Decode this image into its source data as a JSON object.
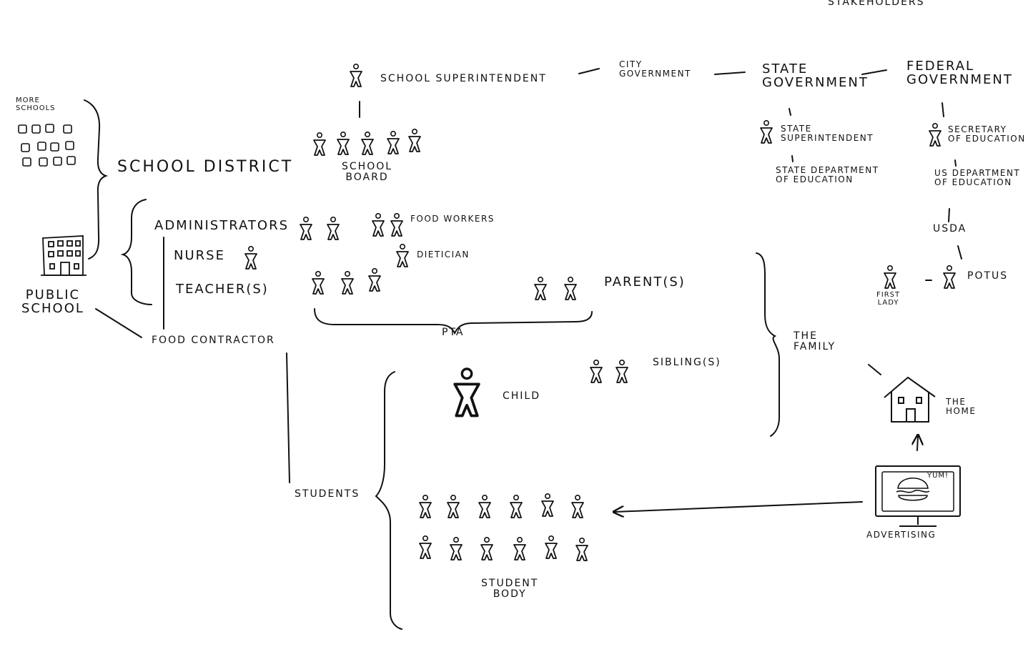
{
  "header": {
    "title": "STAKEHOLDERS"
  },
  "government": {
    "school_superintendent": "SCHOOL SUPERINTENDENT",
    "city_government": "CITY\nGOVERNMENT",
    "state_government": "STATE\nGOVERNMENT",
    "federal_government": "FEDERAL\nGOVERNMENT",
    "state_superintendent": "STATE\nSUPERINTENDENT",
    "state_department": "STATE DEPARTMENT\nOF EDUCATION",
    "secretary_of_education": "SECRETARY\nOF EDUCATION",
    "us_department": "US DEPARTMENT\nOF EDUCATION",
    "usda": "USDA",
    "first_lady": "FIRST\nLADY",
    "potus": "POTUS"
  },
  "district": {
    "more_schools": "MORE\nSCHOOLS",
    "school_district": "SCHOOL DISTRICT",
    "school_board": "SCHOOL\nBOARD",
    "public_school": "PUBLIC\nSCHOOL"
  },
  "school": {
    "administrators": "ADMINISTRATORS",
    "nurse": "NURSE",
    "teachers": "TEACHER(S)",
    "food_workers": "FOOD WORKERS",
    "dietician": "DIETICIAN",
    "food_contractor": "FOOD CONTRACTOR",
    "pta": "PTA"
  },
  "family": {
    "parents": "PARENT(S)",
    "siblings": "SIBLING(S)",
    "child": "CHILD",
    "the_family": "THE\nFAMILY",
    "the_home": "THE\nHOME",
    "advertising": "ADVERTISING",
    "tv_text": "YUM!"
  },
  "students": {
    "students": "STUDENTS",
    "student_body": "STUDENT\nBODY"
  },
  "icons": {
    "person": "person-icon",
    "building": "school-building-icon",
    "house": "house-icon",
    "tv": "television-icon",
    "burger": "burger-icon"
  },
  "colors": {
    "ink": "#111111",
    "background": "#ffffff"
  }
}
